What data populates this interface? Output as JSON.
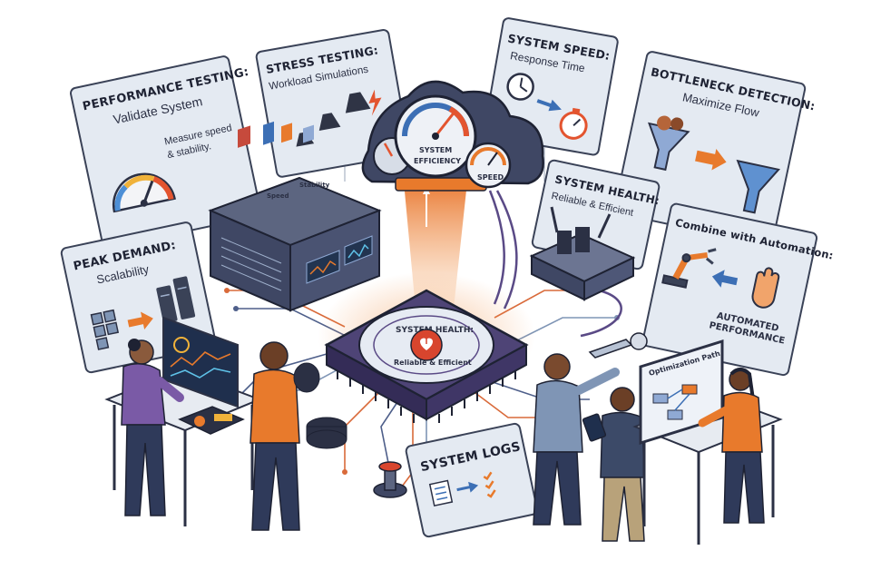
{
  "panels": {
    "performance_testing": {
      "title": "PERFORMANCE TESTING:",
      "subtitle": "Validate System",
      "note_line1": "Measure speed",
      "note_line2": "& stability."
    },
    "stress_testing": {
      "title": "STRESS TESTING:",
      "subtitle": "Workload Simulations"
    },
    "system_speed": {
      "title": "SYSTEM SPEED:",
      "subtitle": "Response Time"
    },
    "bottleneck_detection": {
      "title": "BOTTLENECK DETECTION:",
      "subtitle": "Maximize Flow"
    },
    "peak_demand": {
      "title": "PEAK DEMAND:",
      "subtitle": "Scalability"
    },
    "system_health_top": {
      "title": "SYSTEM HEALTH:",
      "subtitle": "Reliable & Efficient"
    },
    "automation": {
      "title": "Combine with Automation:",
      "label_line1": "AUTOMATED",
      "label_line2": "PERFORMANCE"
    },
    "system_logs": {
      "title": "SYSTEM LOGS"
    }
  },
  "gauge_cluster": {
    "center_line1": "SYSTEM",
    "center_line2": "EFFICIENCY",
    "right_label": "SPEED"
  },
  "server_rack": {
    "label_speed": "Speed",
    "label_stability": "Stability"
  },
  "cpu_chip": {
    "ring_top": "SYSTEM HEALTH:",
    "ring_bottom": "Reliable & Efficient"
  },
  "workstation_right": {
    "screen_title": "Optimization Path"
  },
  "colors": {
    "panel_fill": "#e4eaf2",
    "panel_border": "#3a4257",
    "chip_purple": "#5a4a86",
    "accent_orange": "#e87a2c",
    "accent_red": "#d8452e",
    "steel_blue": "#7f95b5"
  }
}
